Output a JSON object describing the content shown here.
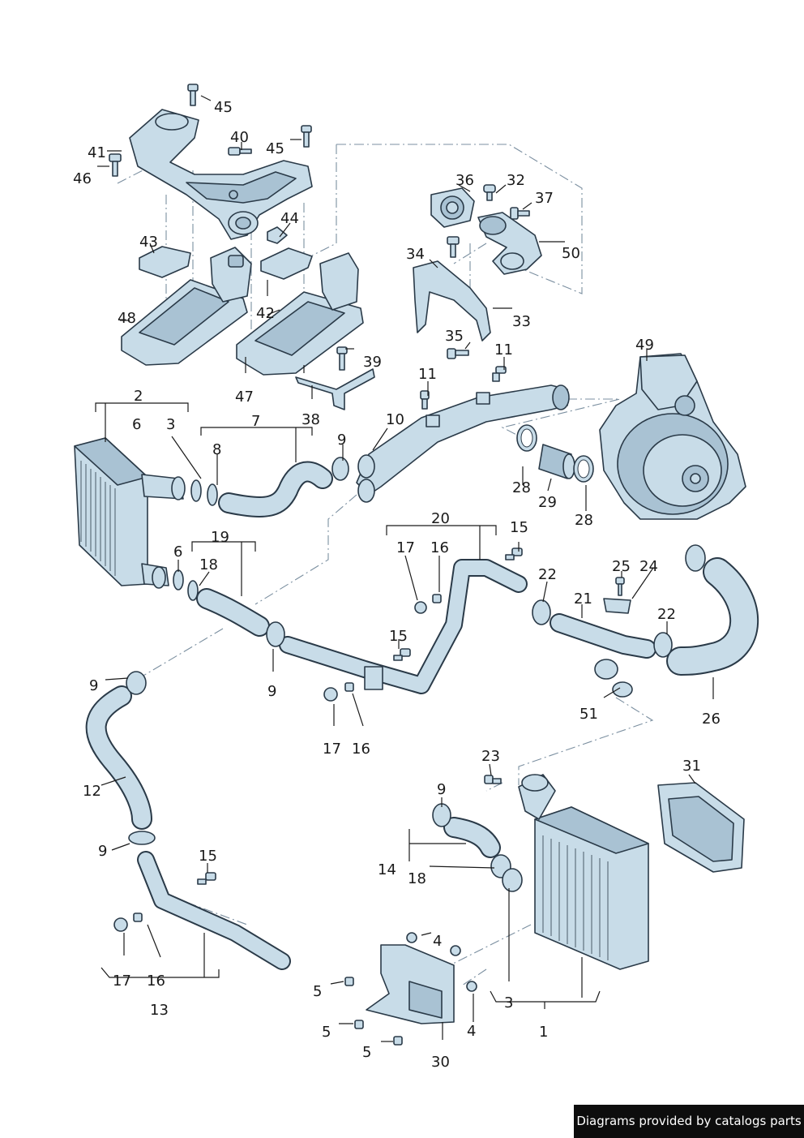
{
  "diagram": {
    "labels": {
      "l1": "1",
      "l2": "2",
      "l3a": "3",
      "l3b": "3",
      "l4a": "4",
      "l4b": "4",
      "l5a": "5",
      "l5b": "5",
      "l5c": "5",
      "l6a": "6",
      "l6b": "6",
      "l7": "7",
      "l8": "8",
      "l9a": "9",
      "l9b": "9",
      "l9c": "9",
      "l9d": "9",
      "l9e": "9",
      "l10": "10",
      "l11a": "11",
      "l11b": "11",
      "l12": "12",
      "l13": "13",
      "l14": "14",
      "l15a": "15",
      "l15b": "15",
      "l15c": "15",
      "l16a": "16",
      "l16b": "16",
      "l16c": "16",
      "l17a": "17",
      "l17b": "17",
      "l17c": "17",
      "l18a": "18",
      "l18b": "18",
      "l19": "19",
      "l20": "20",
      "l21": "21",
      "l22a": "22",
      "l22b": "22",
      "l23": "23",
      "l24": "24",
      "l25": "25",
      "l26": "26",
      "l28a": "28",
      "l28b": "28",
      "l29": "29",
      "l30": "30",
      "l31": "31",
      "l32": "32",
      "l33": "33",
      "l34": "34",
      "l35": "35",
      "l36": "36",
      "l37": "37",
      "l38": "38",
      "l39": "39",
      "l40": "40",
      "l41": "41",
      "l42": "42",
      "l43": "43",
      "l44": "44",
      "l45a": "45",
      "l45b": "45",
      "l46": "46",
      "l47": "47",
      "l48": "48",
      "l49": "49",
      "l50": "50",
      "l51": "51"
    },
    "colors": {
      "part_fill": "#c8dce8",
      "part_shade": "#a9c2d3",
      "outline": "#2a3a48",
      "leader": "#1a1a1a",
      "dash": "#7b8fa0"
    }
  },
  "footer": {
    "text": "Diagrams provided by catalogs parts"
  }
}
